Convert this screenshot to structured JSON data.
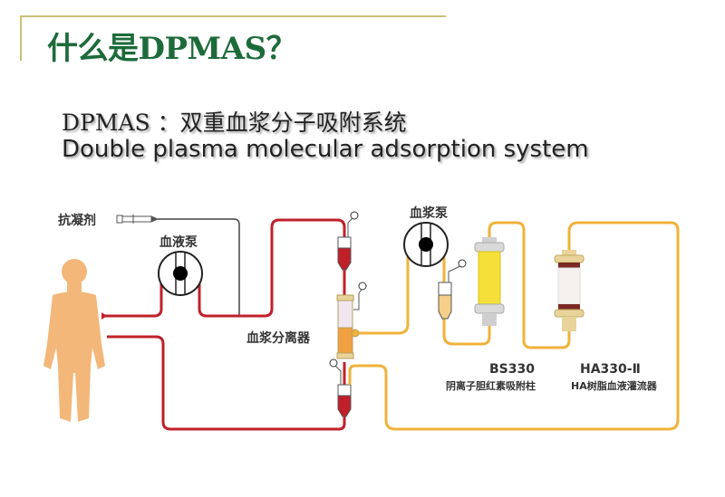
{
  "slide": {
    "title": "什么是DPMAS？",
    "subtitle_cn": "DPMAS ：双重血浆分子吸附系统",
    "subtitle_en": "Double plasma molecular adsorption system"
  },
  "diagram": {
    "labels": {
      "anticoagulant": "抗凝剂",
      "blood_pump": "血液泵",
      "plasma_pump": "血浆泵",
      "plasma_separator": "血浆分离器",
      "bs330_model": "BS330",
      "bs330_desc": "阴离子胆红素吸附柱",
      "ha330_model": "HA330-Ⅱ",
      "ha330_desc": "HA树脂血液灌流器"
    },
    "colors": {
      "title_green": "#1d6b3a",
      "blood_line": "#c0202a",
      "plasma_line": "#f0b23a",
      "body": "#f3b77a",
      "bs330_fill": "#f5e03a",
      "frame": "#c9c07a"
    }
  }
}
